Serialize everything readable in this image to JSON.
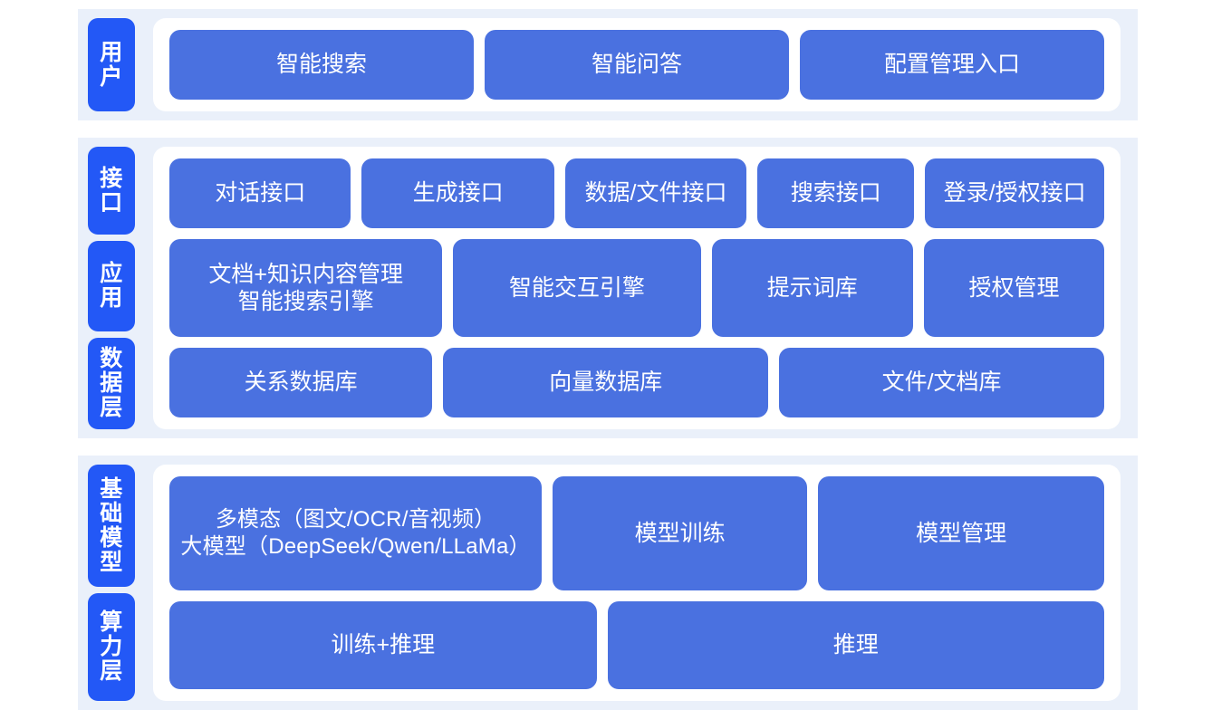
{
  "colors": {
    "band_background": "#eaf0fa",
    "panel_background": "#ffffff",
    "tab_blue": "#2358f6",
    "card_blue": "#4a71e0",
    "card_text": "#ffffff",
    "page_background": "#ffffff"
  },
  "bands": [
    {
      "id": "users",
      "tabs": [
        {
          "label": "用户"
        }
      ],
      "rows": [
        {
          "id": "user-entries",
          "cards": [
            {
              "lines": [
                "智能搜索"
              ]
            },
            {
              "lines": [
                "智能问答"
              ]
            },
            {
              "lines": [
                "配置管理入口"
              ]
            }
          ]
        }
      ]
    },
    {
      "id": "middle",
      "tabs": [
        {
          "label": "接口"
        },
        {
          "label": "应用"
        },
        {
          "label": "数据层"
        }
      ],
      "rows": [
        {
          "id": "interface",
          "cards": [
            {
              "lines": [
                "对话接口"
              ]
            },
            {
              "lines": [
                "生成接口"
              ]
            },
            {
              "lines": [
                "数据/文件接口"
              ]
            },
            {
              "lines": [
                "搜索接口"
              ]
            },
            {
              "lines": [
                "登录/授权接口"
              ]
            }
          ]
        },
        {
          "id": "application",
          "cards": [
            {
              "lines": [
                "文档+知识内容管理",
                "智能搜索引擎"
              ]
            },
            {
              "lines": [
                "智能交互引擎"
              ]
            },
            {
              "lines": [
                "提示词库"
              ]
            },
            {
              "lines": [
                "授权管理"
              ]
            }
          ]
        },
        {
          "id": "data-layer",
          "cards": [
            {
              "lines": [
                "关系数据库"
              ]
            },
            {
              "lines": [
                "向量数据库"
              ]
            },
            {
              "lines": [
                "文件/文档库"
              ]
            }
          ]
        }
      ]
    },
    {
      "id": "base",
      "tabs": [
        {
          "label": "基础模型"
        },
        {
          "label": "算力层"
        }
      ],
      "rows": [
        {
          "id": "base-model",
          "cards": [
            {
              "lines": [
                "多模态（图文/OCR/音视频）",
                "大模型（DeepSeek/Qwen/LLaMa）"
              ]
            },
            {
              "lines": [
                "模型训练"
              ]
            },
            {
              "lines": [
                "模型管理"
              ]
            }
          ]
        },
        {
          "id": "compute-layer",
          "cards": [
            {
              "lines": [
                "训练+推理"
              ]
            },
            {
              "lines": [
                "推理"
              ]
            }
          ]
        }
      ]
    }
  ]
}
